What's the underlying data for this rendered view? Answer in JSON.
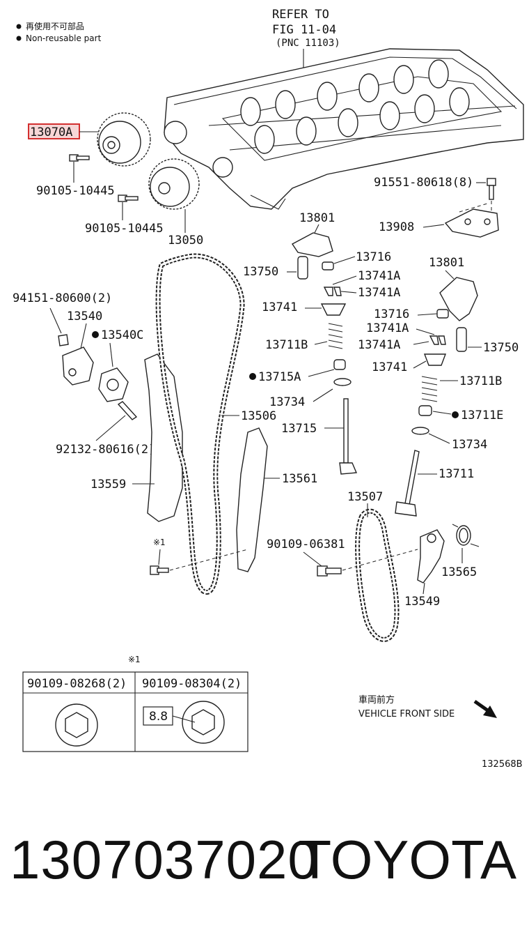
{
  "legend": {
    "jp": "再使用不可部品",
    "en": "Non-reusable part"
  },
  "refer": {
    "line1": "REFER TO",
    "line2": "FIG 11-04",
    "line3": "(PNC 11103)"
  },
  "callouts": {
    "p13070A": "13070A",
    "p90105_a": "90105-10445",
    "p90105_b": "90105-10445",
    "p13050": "13050",
    "p91551": "91551-80618(8)",
    "p13801_a": "13801",
    "p13908": "13908",
    "p13716_a": "13716",
    "p13750_a": "13750",
    "p13741A_a": "13741A",
    "p13741A_b": "13741A",
    "p13801_b": "13801",
    "p13741_a": "13741",
    "p13716_b": "13716",
    "p13741A_c": "13741A",
    "p13711B_a": "13711B",
    "p13741A_d": "13741A",
    "p13750_b": "13750",
    "p13741_b": "13741",
    "p13715A": "13715A",
    "p13711B_b": "13711B",
    "p13734_a": "13734",
    "p13711E": "13711E",
    "p13715": "13715",
    "p13734_b": "13734",
    "p13711": "13711",
    "p94151": "94151-80600(2)",
    "p13540": "13540",
    "p13540C": "13540C",
    "p92132": "92132-80616(2)",
    "p13559": "13559",
    "p13506": "13506",
    "p13561": "13561",
    "p13507": "13507",
    "p90109_06381": "90109-06381",
    "p13565": "13565",
    "p13549": "13549",
    "ref_mark": "※1"
  },
  "table": {
    "mark": "※1",
    "col1": "90109-08268(2)",
    "col2": "90109-08304(2)",
    "grade": "8.8"
  },
  "direction": {
    "jp": "車両前方",
    "en": "VEHICLE FRONT SIDE"
  },
  "figure_id": "132568B",
  "footer": {
    "part_number": "1307037020",
    "brand": "TOYOTA"
  },
  "colors": {
    "highlight": "#d32f2f",
    "highlight_fill": "#f6d6d6",
    "ink": "#111111"
  }
}
